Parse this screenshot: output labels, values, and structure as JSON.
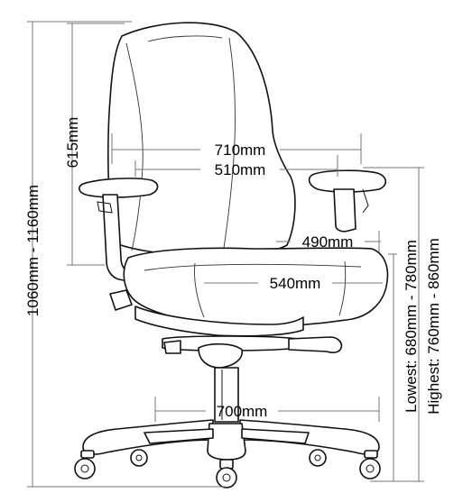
{
  "dimensions": {
    "total_height": "1060mm - 1160mm",
    "back_height": "615mm",
    "overall_width": "710mm",
    "armrest_inner_width": "510mm",
    "seat_depth": "490mm",
    "seat_width": "540mm",
    "base_width": "700mm",
    "seat_height_lowest": "Lowest: 680mm - 780mm",
    "seat_height_highest": "Highest: 760mm - 860mm"
  }
}
